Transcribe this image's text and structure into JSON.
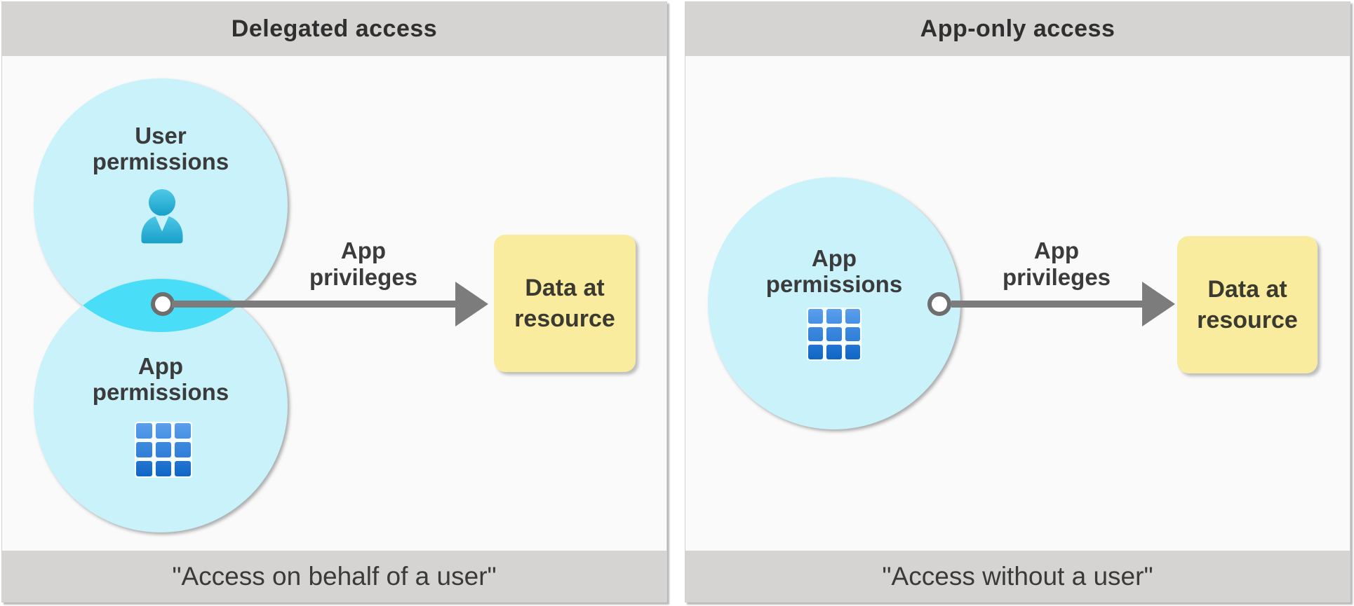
{
  "delegated": {
    "title": "Delegated access",
    "caption": "\"Access on behalf of a user\"",
    "user_circle": {
      "line1": "User",
      "line2": "permissions"
    },
    "app_circle": {
      "line1": "App",
      "line2": "permissions"
    },
    "arrow_label": {
      "line1": "App",
      "line2": "privileges"
    },
    "resource_box": {
      "line1": "Data at",
      "line2": "resource"
    }
  },
  "app_only": {
    "title": "App-only access",
    "caption": "\"Access without a user\"",
    "app_circle": {
      "line1": "App",
      "line2": "permissions"
    },
    "arrow_label": {
      "line1": "App",
      "line2": "privileges"
    },
    "resource_box": {
      "line1": "Data at",
      "line2": "resource"
    }
  },
  "icons": {
    "user": "person-icon",
    "app": "app-grid-icon",
    "connector": "connector-dot",
    "arrow": "arrow-right-icon"
  },
  "colors": {
    "panel_background": "#FAFAFA",
    "header_footer_bar": "#D5D4D2",
    "circle_fill": "#C9F2FB",
    "overlap_lens": "#49DDF7",
    "person_icon_top": "#4FC9E6",
    "person_icon_bottom": "#189FC9",
    "grid_icon_top": "#5C9EEB",
    "grid_icon_bottom": "#0D66C4",
    "arrow_gray": "#7C7C7C",
    "resource_box_fill": "#FAEC9E",
    "text_dark": "#3B3B3B"
  }
}
